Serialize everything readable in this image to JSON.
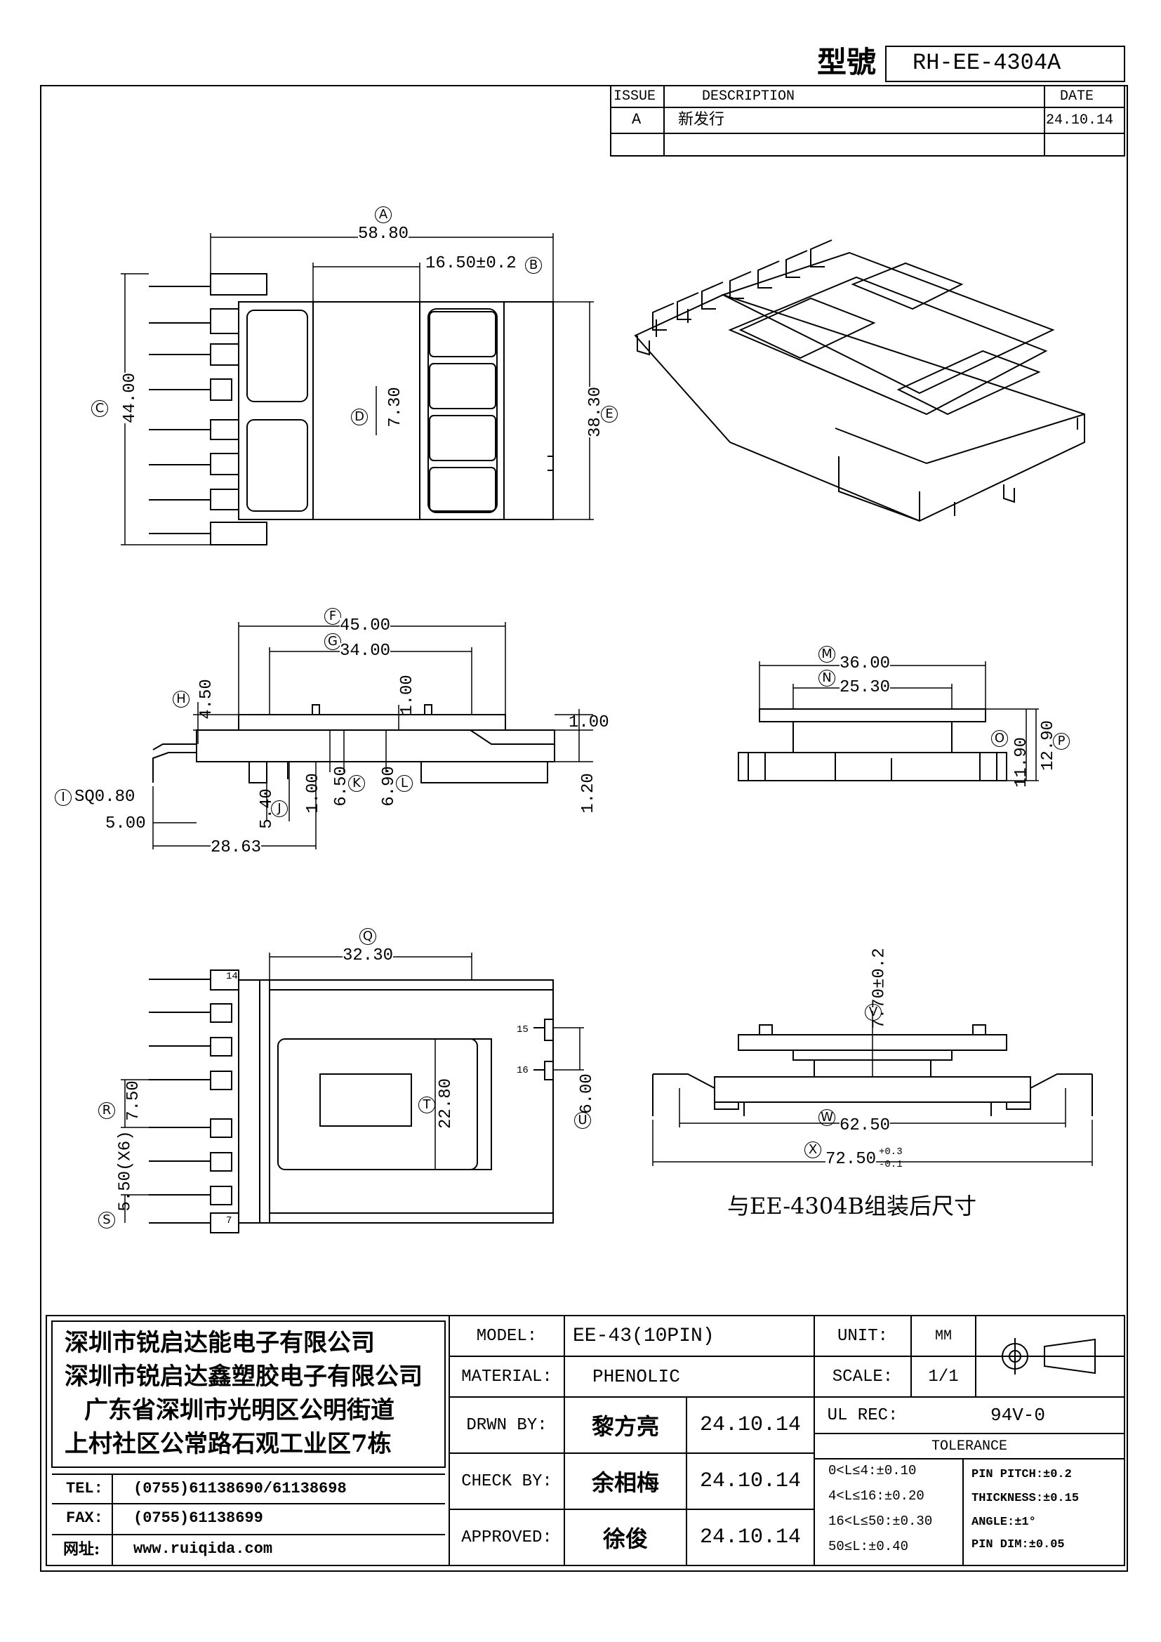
{
  "header": {
    "model_label": "型號",
    "model_value": "RH-EE-4304A"
  },
  "revision": {
    "headers": [
      "ISSUE",
      "DESCRIPTION",
      "DATE"
    ],
    "rows": [
      {
        "issue": "A",
        "description": "新发行",
        "date": "24.10.14"
      }
    ]
  },
  "dims": {
    "A": "58.80",
    "B": "16.50±0.2",
    "C": "44.00",
    "D": "7.30",
    "E": "38.30",
    "F": "45.00",
    "G": "34.00",
    "H": "4.50",
    "h2": "1.00",
    "r1": "1.00",
    "r2": "1.20",
    "I": "SQ0.80",
    "w5": "5.00",
    "w28": "28.63",
    "J": "5.40",
    "b100": "1.00",
    "K": "6.50",
    "L": "6.90",
    "M": "36.00",
    "N": "25.30",
    "O": "11.90",
    "P": "12.90",
    "Q": "32.30",
    "R": "7.50",
    "S": "5.50(X6)",
    "T": "22.80",
    "U": "6.00",
    "V": "7.70±0.2",
    "W": "62.50",
    "X": "72.50",
    "X_tol_up": "+0.3",
    "X_tol_dn": "-0.1"
  },
  "circle_labels": [
    "A",
    "B",
    "C",
    "D",
    "E",
    "F",
    "G",
    "H",
    "I",
    "J",
    "K",
    "L",
    "M",
    "N",
    "O",
    "P",
    "Q",
    "R",
    "S",
    "T",
    "U",
    "V",
    "W",
    "X"
  ],
  "pin_numbers": {
    "top": "14",
    "bottom": "7",
    "p15": "15",
    "p16": "16"
  },
  "assembly_note": "与EE-4304B组装后尺寸",
  "title_block": {
    "company": [
      "深圳市锐启达能电子有限公司",
      "深圳市锐启达鑫塑胶电子有限公司",
      "广东省深圳市光明区公明街道",
      "上村社区公常路石观工业区7栋"
    ],
    "tel_label": "TEL:",
    "tel": "(0755)61138690/61138698",
    "fax_label": "FAX:",
    "fax": "(0755)61138699",
    "web_label": "网址:",
    "web": "www.ruiqida.com",
    "model_label": "MODEL:",
    "model": "EE-43(10PIN)",
    "material_label": "MATERIAL:",
    "material": "PHENOLIC",
    "drawn_label": "DRWN BY:",
    "drawn_by": "黎方亮",
    "drawn_date": "24.10.14",
    "check_label": "CHECK BY:",
    "check_by": "余相梅",
    "check_date": "24.10.14",
    "approved_label": "APPROVED:",
    "approved_by": "徐俊",
    "approved_date": "24.10.14",
    "unit_label": "UNIT:",
    "unit": "MM",
    "scale_label": "SCALE:",
    "scale": "1/1",
    "ul_label": "UL REC:",
    "ul": "94V-0",
    "tolerance_label": "TOLERANCE",
    "tolerances": [
      "0<L≤4:±0.10",
      "4<L≤16:±0.20",
      "16<L≤50:±0.30",
      "50≤L:±0.40"
    ],
    "specials": [
      "PIN PITCH:±0.2",
      "THICKNESS:±0.15",
      "ANGLE:±1°",
      "PIN DIM:±0.05"
    ]
  }
}
